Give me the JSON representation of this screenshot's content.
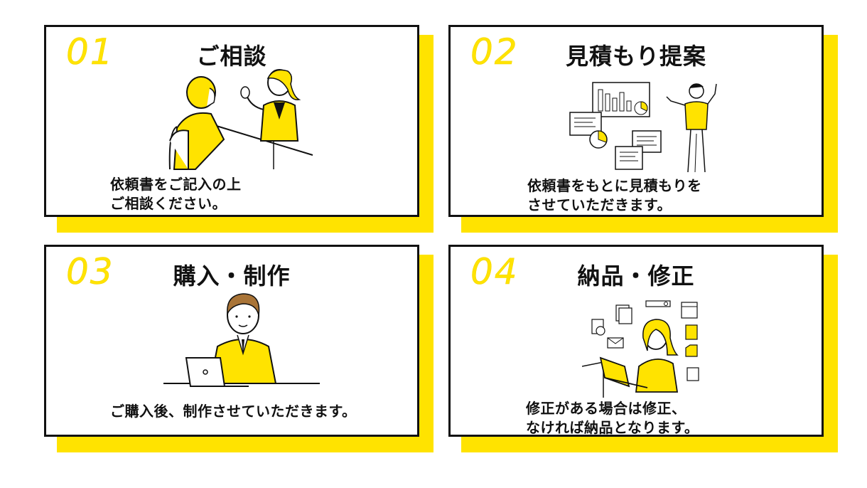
{
  "colors": {
    "accent": "#FFE300",
    "border": "#111111",
    "text": "#111111"
  },
  "steps": [
    {
      "number": "01",
      "title": "ご相談",
      "description": "依頼書をご記入の上\nご相談ください。",
      "illustration": "consultation-illustration"
    },
    {
      "number": "02",
      "title": "見積もり提案",
      "description": "依頼書をもとに見積もりを\nさせていただきます。",
      "illustration": "estimate-presentation-illustration"
    },
    {
      "number": "03",
      "title": "購入・制作",
      "description": "ご購入後、制作させていただきます。",
      "illustration": "laptop-work-illustration"
    },
    {
      "number": "04",
      "title": "納品・修正",
      "description": "修正がある場合は修正、\nなければ納品となります。",
      "illustration": "delivery-illustration"
    }
  ]
}
